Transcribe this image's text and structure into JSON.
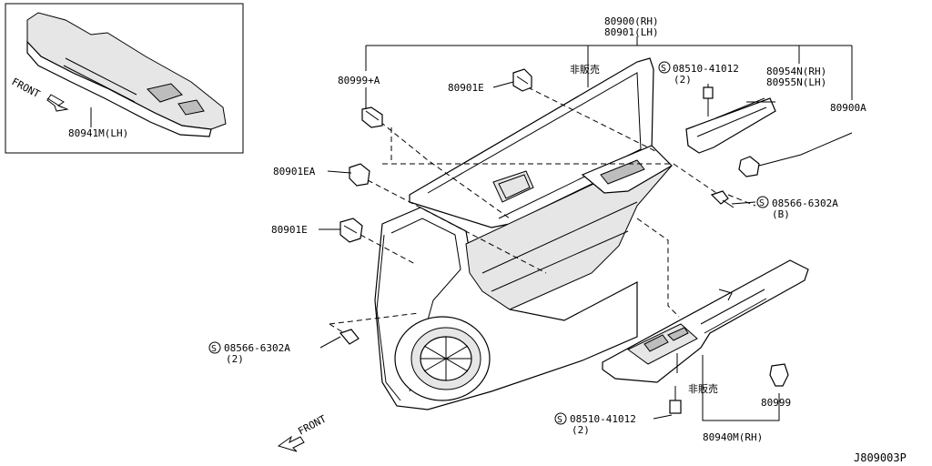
{
  "inset": {
    "front_label": "FRONT",
    "part_label": "80941M(LH)"
  },
  "labels": {
    "main_panel_rh": "80900(RH)",
    "main_panel_lh": "80901(LH)",
    "not_for_sale_top": "非販売",
    "clip_a": "80999+A",
    "clip_e_top": "80901E",
    "screw_top_code": "08510-41012",
    "screw_top_qty": "(2)",
    "bracket_rh": "80954N(RH)",
    "bracket_lh": "80955N(LH)",
    "clip_900a": "80900A",
    "clip_ea": "80901EA",
    "screw_right_code": "08566-6302A",
    "screw_right_qty": "(B)",
    "clip_e_mid": "80901E",
    "screw_left_code": "08566-6302A",
    "screw_left_qty": "(2)",
    "not_for_sale_bottom": "非販売",
    "clip_999": "80999",
    "screw_bottom_code": "08510-41012",
    "screw_bottom_qty": "(2)",
    "switch_finisher_rh": "80940M(RH)",
    "front_label_main": "FRONT",
    "diagram_id": "J809003P"
  },
  "symbols": {
    "screw_symbol": "S"
  }
}
